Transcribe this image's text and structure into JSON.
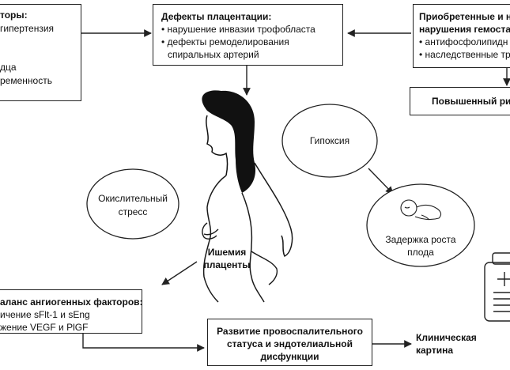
{
  "boxes": {
    "left_top": {
      "title": "торы:",
      "lines": [
        "гипертензия",
        "",
        "дца",
        "ременность"
      ]
    },
    "center_top": {
      "title": "Дефекты плацентации:",
      "items": [
        "нарушение инвазии трофобласта",
        "дефекты ремоделирования",
        "спиральных артерий"
      ]
    },
    "right_top": {
      "title_lines": [
        "Приобретенные и на",
        "нарушения гемоста"
      ],
      "items": [
        "антифосфолипидн",
        "наследственные тр"
      ]
    },
    "risk": {
      "label": "Повышенный рис"
    },
    "angio": {
      "title": "аланс ангиогенных факторов:",
      "lines": [
        "ичение sFlt-1 и sEng",
        "жение VEGF и PlGF"
      ]
    },
    "inflam": {
      "lines": [
        "Развитие провоспалительного",
        "статуса и эндотелиальной",
        "дисфункции"
      ]
    }
  },
  "labels": {
    "oxidative": [
      "Окислительный",
      "стресс"
    ],
    "hypoxia": "Гипоксия",
    "growth": [
      "Задержка роста",
      "плода"
    ],
    "ischemia": [
      "Ишемия",
      "плаценты"
    ],
    "clinical": [
      "Клиническая",
      "картина"
    ]
  },
  "colors": {
    "line": "#222222",
    "figure_dark": "#111111",
    "figure_outline": "#1a1a1a"
  },
  "icons": {
    "pregnant_woman": "pregnant-woman-figure",
    "baby": "sleeping-baby-icon",
    "medical_kit": "medical-kit-icon"
  }
}
